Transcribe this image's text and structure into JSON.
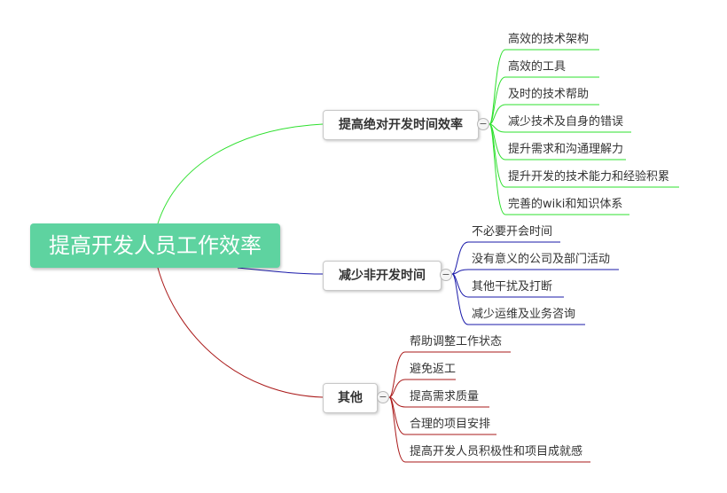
{
  "root": {
    "label": "提高开发人员工作效率",
    "color": "#5ed3a0"
  },
  "branches": [
    {
      "label": "提高绝对开发时间效率",
      "color": "#2ee02e",
      "items": [
        "高效的技术架构",
        "高效的工具",
        "及时的技术帮助",
        "减少技术及自身的错误",
        "提升需求和沟通理解力",
        "提升开发的技术能力和经验积累",
        "完善的wiki和知识体系"
      ]
    },
    {
      "label": "减少非开发时间",
      "color": "#1a1aaa",
      "items": [
        "不必要开会时间",
        "没有意义的公司及部门活动",
        "其他干扰及打断",
        "减少运维及业务咨询"
      ]
    },
    {
      "label": "其他",
      "color": "#aa1a1a",
      "items": [
        "帮助调整工作状态",
        "避免返工",
        "提高需求质量",
        "合理的项目安排",
        "提高开发人员积极性和项目成就感"
      ]
    }
  ],
  "collapse_symbol": "−"
}
